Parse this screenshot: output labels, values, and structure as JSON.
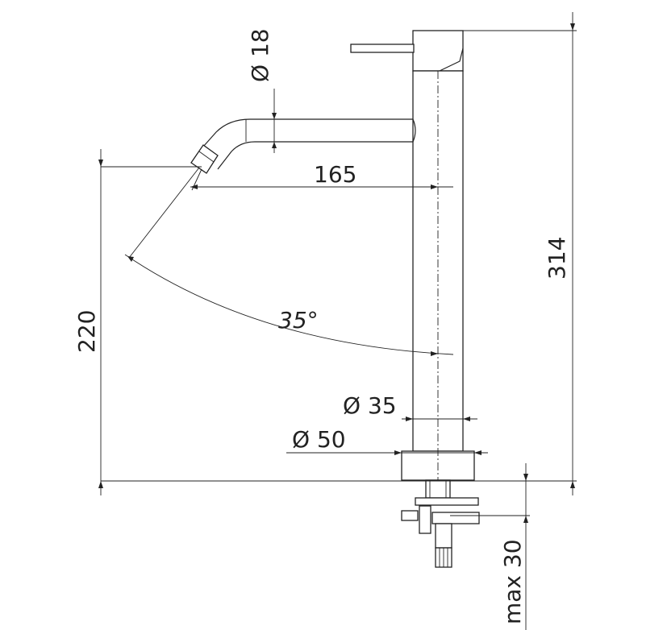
{
  "dimensions": {
    "pipe_diameter": "Ø 18",
    "spout_reach": "165",
    "swivel_angle": "35°",
    "body_diameter": "Ø 35",
    "base_diameter": "Ø 50",
    "spout_height": "220",
    "overall_height": "314",
    "max_counter_thickness": "max 30"
  }
}
